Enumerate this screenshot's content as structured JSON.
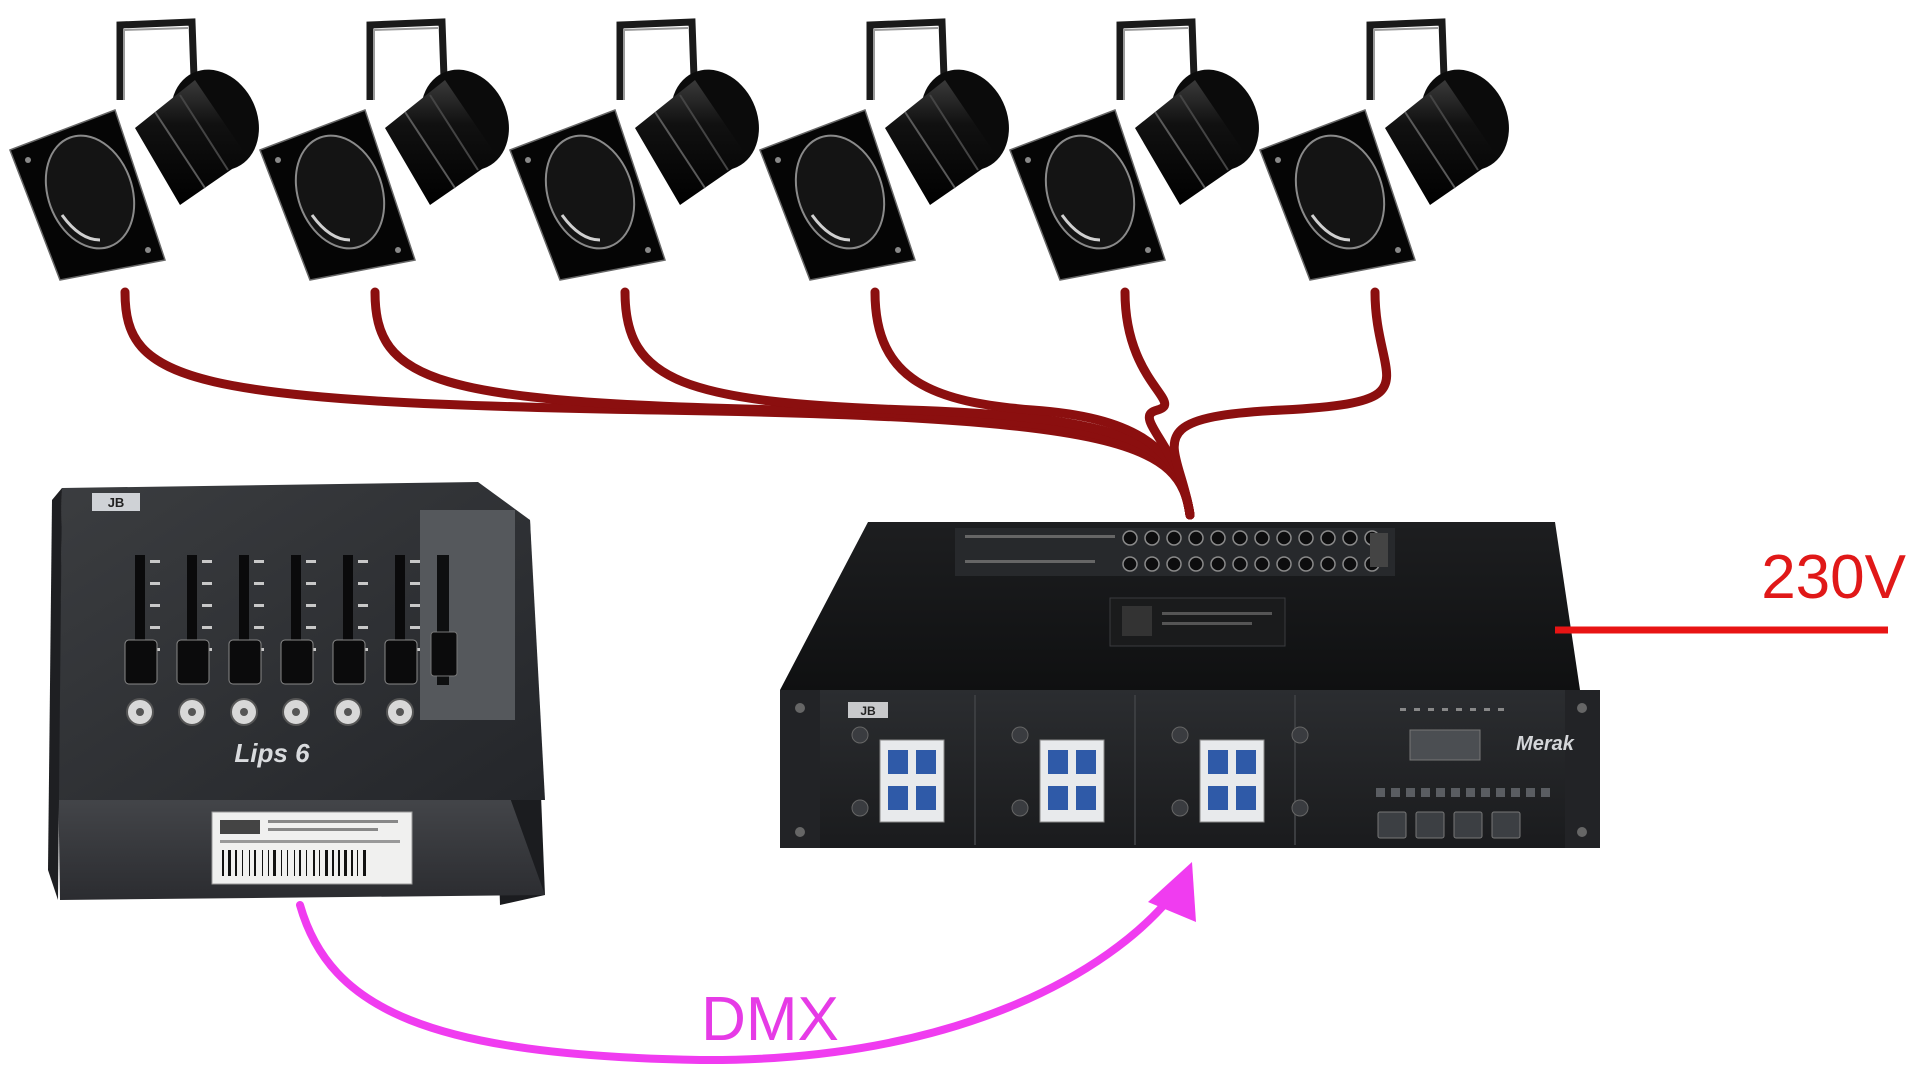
{
  "labels": {
    "power": "230V",
    "signal": "DMX"
  },
  "devices": {
    "console": {
      "brand_logo": "JB",
      "model_logo": "Lips 6",
      "channel_count": 6
    },
    "dimmer": {
      "brand_logo": "JB",
      "model_logo": "Merak",
      "breaker_count": 3
    },
    "spotlights": {
      "count": 6
    }
  },
  "colors": {
    "power_line": "#e81414",
    "power_label": "#e01818",
    "load_cables": "#8b0f0f",
    "dmx_cable": "#f03cf0",
    "dmx_label": "#e63be6",
    "device_body": "#2a2b2d",
    "spotlight": "#111111"
  }
}
